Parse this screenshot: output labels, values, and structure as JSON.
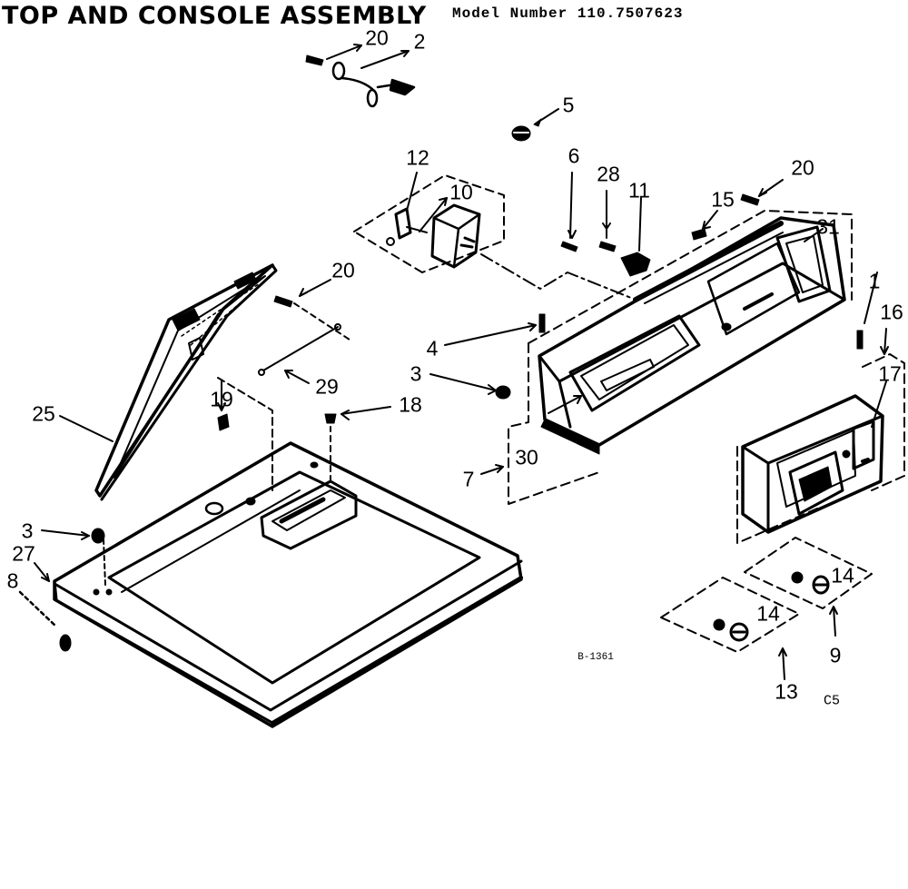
{
  "header": {
    "title": "TOP AND CONSOLE ASSEMBLY",
    "model_number": "Model Number 110.7507623"
  },
  "callouts": {
    "c20a": "20",
    "c2": "2",
    "c5": "5",
    "c6": "6",
    "c28": "28",
    "c11": "11",
    "c15": "15",
    "c20b": "20",
    "c31": "31",
    "c12": "12",
    "c10": "10",
    "c20c": "20",
    "c29": "29",
    "c4": "4",
    "c3a": "3",
    "c30": "30",
    "c7": "7",
    "c25": "25",
    "c19": "19",
    "c18": "18",
    "c3b": "3",
    "c27": "27",
    "c8": "8",
    "c1": "1",
    "c16": "16",
    "c17": "17",
    "c14a": "14",
    "c14b": "14",
    "c9": "9",
    "c13": "13"
  },
  "footer": {
    "figure_ref": "B-1361",
    "page_code": "C5"
  }
}
